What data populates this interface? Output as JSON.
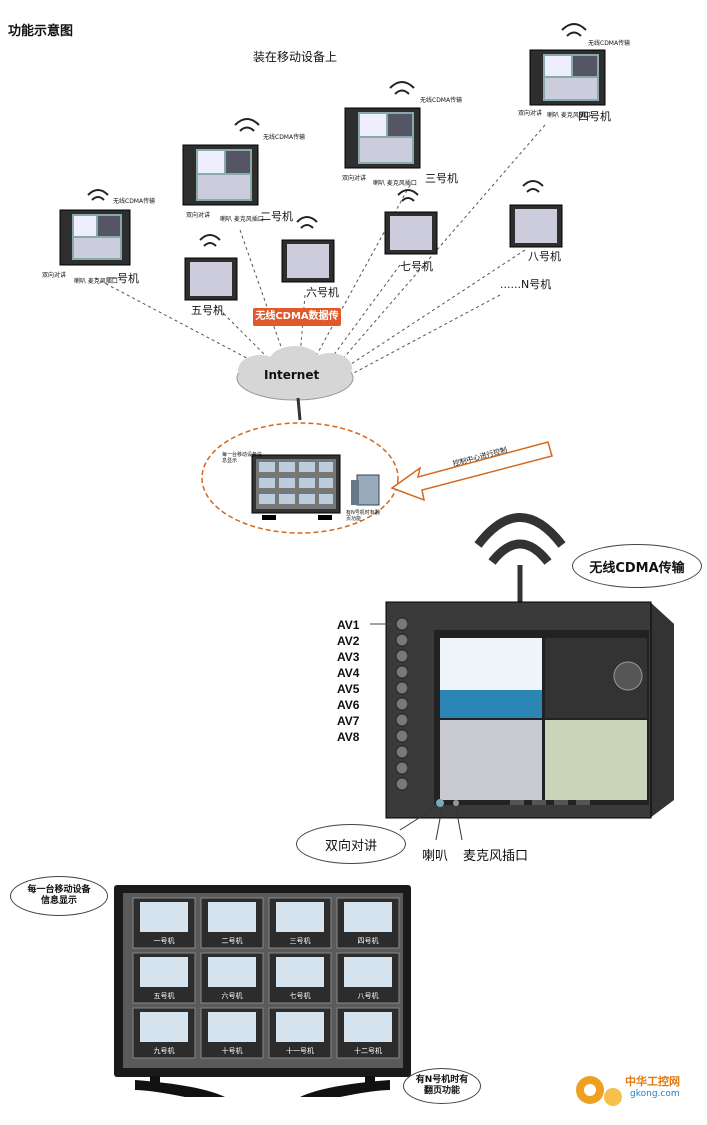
{
  "header": {
    "title": "功能示意图",
    "subtitle": "装在移动设备上"
  },
  "network": {
    "banner": "无线CDMA数据传输",
    "cloud": "Internet",
    "control_arrow": "控制中心进行控制",
    "more_units": "......N号机"
  },
  "small_units": {
    "unit1": {
      "name": "一号机",
      "cdma": "无线CDMA传输",
      "talk": "双向对讲",
      "ports": "喇叭 麦克风插口"
    },
    "unit2": {
      "name": "二号机",
      "cdma": "无线CDMA传输",
      "talk": "双向对讲",
      "ports": "喇叭 麦克风插口"
    },
    "unit3": {
      "name": "三号机",
      "cdma": "无线CDMA传输",
      "talk": "双向对讲",
      "ports": "喇叭 麦克风插口"
    },
    "unit4": {
      "name": "四号机",
      "cdma": "无线CDMA传输",
      "talk": "双向对讲",
      "ports": "喇叭 麦克风插口"
    },
    "unit5": {
      "name": "五号机"
    },
    "unit6": {
      "name": "六号机"
    },
    "unit7": {
      "name": "七号机"
    },
    "unit8": {
      "name": "八号机"
    }
  },
  "control_center": {
    "note_top": "每一台移动设备信息显示",
    "note_bottom": "有N号机时有翻页功能"
  },
  "big_unit": {
    "cdma_bubble": "无线CDMA传输",
    "av_labels": [
      "AV1",
      "AV2",
      "AV3",
      "AV4",
      "AV5",
      "AV6",
      "AV7",
      "AV8"
    ],
    "talk_bubble": "双向对讲",
    "speaker": "喇叭",
    "mic": "麦克风插口"
  },
  "big_monitor": {
    "note_top": "每一台移动设备信息显示",
    "note_bottom": "有N号机时有翻页功能",
    "tiles": [
      "一号机",
      "二号机",
      "三号机",
      "四号机",
      "五号机",
      "六号机",
      "七号机",
      "八号机",
      "九号机",
      "十号机",
      "十一号机",
      "十二号机"
    ]
  },
  "watermark": {
    "text1": "中华工控网",
    "text2": "gkong.com"
  }
}
